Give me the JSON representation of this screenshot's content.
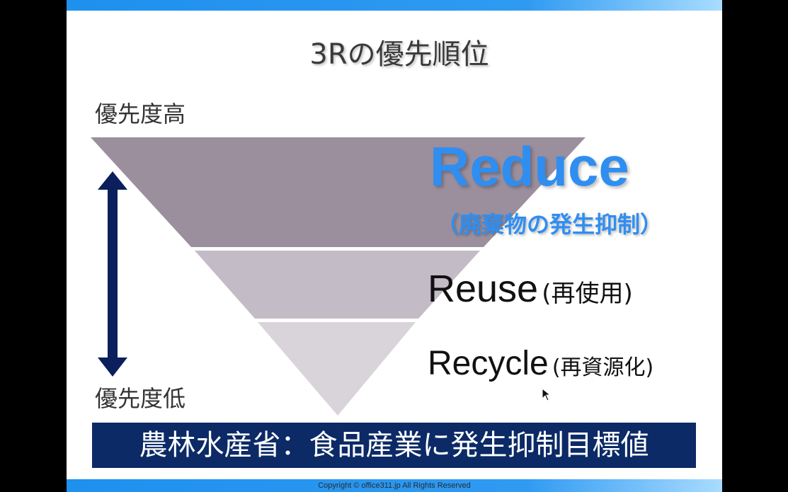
{
  "slide": {
    "title": "3Rの優先順位",
    "priority_high": "優先度高",
    "priority_low": "優先度低",
    "tiers": [
      {
        "name": "Reduce",
        "note": "（廃棄物の発生抑制）",
        "color": "#9b8f9d"
      },
      {
        "name": "Reuse",
        "note": "(再使用)",
        "color": "#c3bbc5"
      },
      {
        "name": "Recycle",
        "note": "(再資源化)",
        "color": "#d8d4da"
      }
    ],
    "banner": "農林水産省：食品産業に発生抑制目標値",
    "copyright": "Copyright © office311.jp All Rights Reserved"
  },
  "colors": {
    "accent": "#2f8ef0",
    "banner_bg": "#0b2a66",
    "arrow": "#0b1f5c"
  }
}
